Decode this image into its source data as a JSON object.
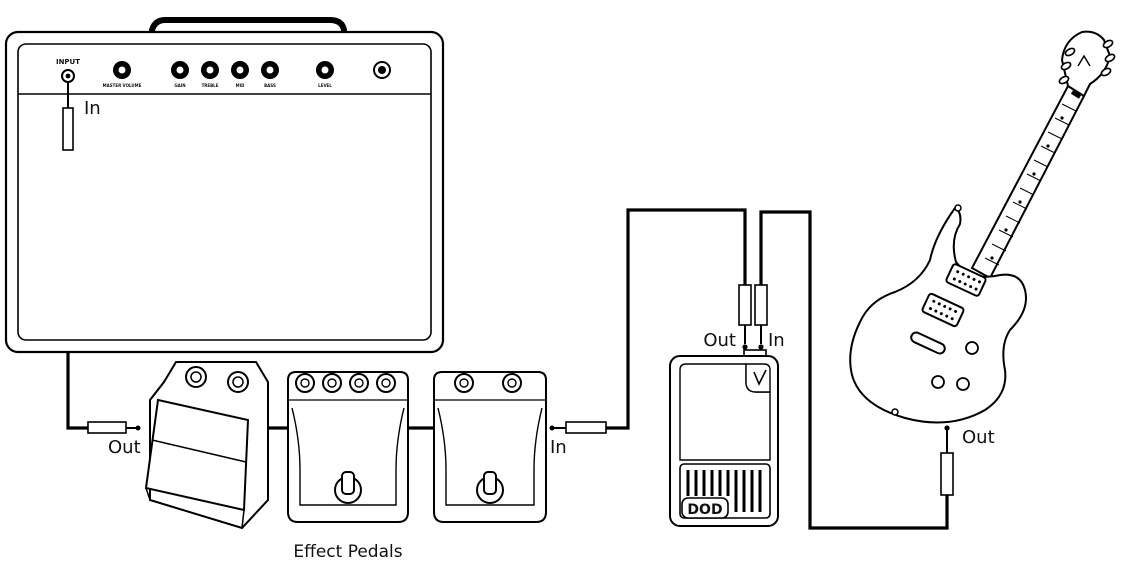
{
  "amp": {
    "input_label": "INPUT",
    "knobs": [
      {
        "label": "MASTER VOLUME"
      },
      {
        "label": "GAIN"
      },
      {
        "label": "TREBLE"
      },
      {
        "label": "MID"
      },
      {
        "label": "BASS"
      },
      {
        "label": "LEVEL"
      }
    ]
  },
  "labels": {
    "amp_in": "In",
    "chain_out": "Out",
    "chain_in": "In",
    "loop_out": "Out",
    "loop_in": "In",
    "guitar_out": "Out",
    "pedals_caption": "Effect Pedals"
  },
  "pedal_brand": "DOD"
}
